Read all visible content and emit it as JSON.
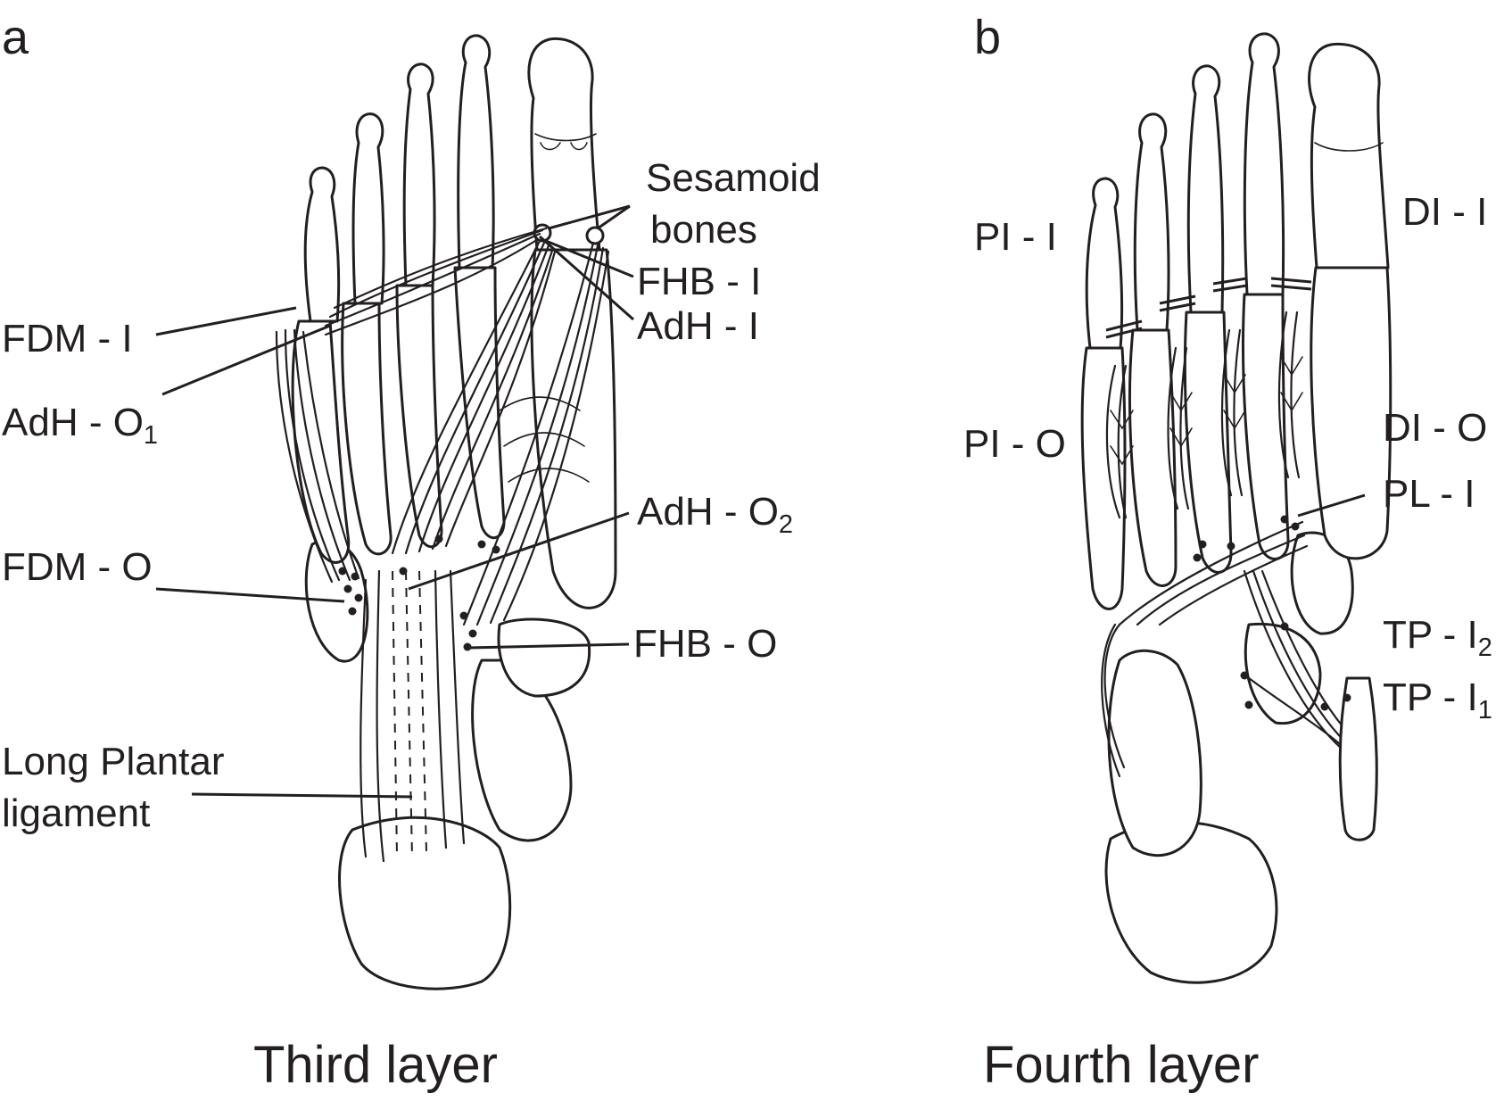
{
  "panel_a": {
    "letter": "a",
    "caption": "Third layer",
    "labels": {
      "sesamoid_line1": "Sesamoid",
      "sesamoid_line2": "bones",
      "fhb_i": "FHB - I",
      "adh_i": "AdH - I",
      "fdm_i": "FDM - I",
      "adh_o1": "AdH - O",
      "adh_o1_sub": "1",
      "adh_o2": "AdH - O",
      "adh_o2_sub": "2",
      "fdm_o": "FDM - O",
      "fhb_o": "FHB - O",
      "long_plantar_line1": "Long Plantar",
      "long_plantar_line2": "ligament"
    }
  },
  "panel_b": {
    "letter": "b",
    "caption": "Fourth layer",
    "labels": {
      "pi_i": "PI - I",
      "di_i": "DI - I",
      "pi_o": "PI - O",
      "di_o": "DI - O",
      "pl_i": "PL - I",
      "tp_i2": "TP - I",
      "tp_i2_sub": "2",
      "tp_i1": "TP - I",
      "tp_i1_sub": "1"
    }
  }
}
